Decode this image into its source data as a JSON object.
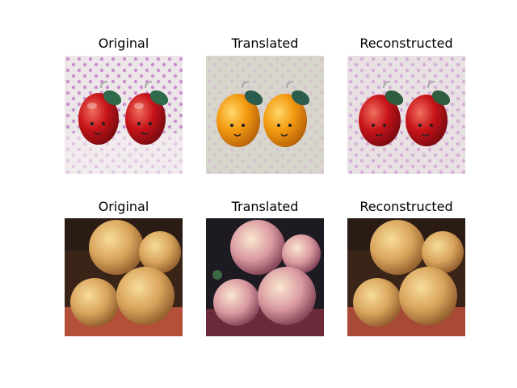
{
  "figure": {
    "panels": [
      {
        "title": "Original",
        "scene": "apple-earrings",
        "tint": "red"
      },
      {
        "title": "Translated",
        "scene": "apple-earrings",
        "tint": "orange"
      },
      {
        "title": "Reconstructed",
        "scene": "apple-earrings",
        "tint": "red"
      },
      {
        "title": "Original",
        "scene": "fruit-pile",
        "tint": "tan"
      },
      {
        "title": "Translated",
        "scene": "fruit-pile",
        "tint": "pink"
      },
      {
        "title": "Reconstructed",
        "scene": "fruit-pile",
        "tint": "tan"
      }
    ]
  }
}
